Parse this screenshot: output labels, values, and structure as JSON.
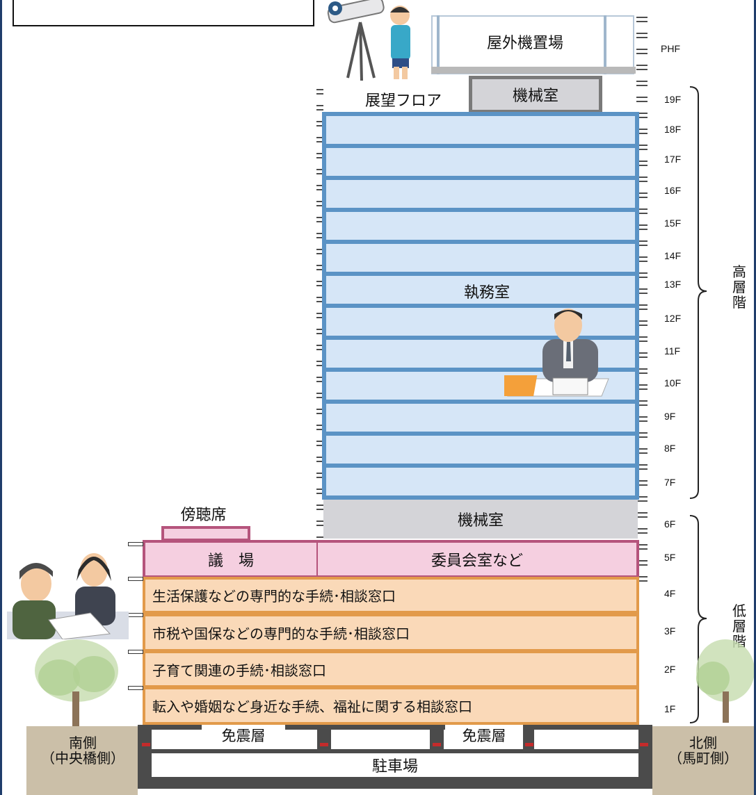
{
  "building": {
    "roof": {
      "outdoor_equipment": "屋外機置場",
      "observation_floor": "展望フロア",
      "machine_room_top": "機械室"
    },
    "office_area": "執務室",
    "machine_room_6f": "機械室",
    "gallery": "傍聴席",
    "assembly_hall": "議　場",
    "committee_rooms": "委員会室など",
    "low_floors": {
      "4f": "生活保護などの専門的な手続･相談窓口",
      "3f": "市税や国保などの専門的な手続･相談窓口",
      "2f": "子育て関連の手続･相談窓口",
      "1f": "転入や婚姻など身近な手続、福祉に関する相談窓口"
    },
    "seismic_isolation_left": "免震層",
    "seismic_isolation_right": "免震層",
    "parking": "駐車場"
  },
  "floor_labels": [
    "PHF",
    "19F",
    "18F",
    "17F",
    "16F",
    "15F",
    "14F",
    "13F",
    "12F",
    "11F",
    "10F",
    "9F",
    "8F",
    "7F",
    "6F",
    "5F",
    "4F",
    "3F",
    "2F",
    "1F"
  ],
  "sides": {
    "south": "南側",
    "south_sub": "（中央橋側）",
    "north": "北側",
    "north_sub": "（馬町側）"
  },
  "zones": {
    "high": "高\n層\n階",
    "low": "低\n層\n階"
  },
  "colors": {
    "office_fill": "#d6e6f7",
    "office_border": "#5b93c5",
    "council_fill": "#f5cfe0",
    "council_border": "#b5547c",
    "service_fill": "#fad9b8",
    "service_border": "#e29a4a",
    "machine_fill": "#d4d4d8"
  },
  "icons": [
    "telescope-child-illustration",
    "office-worker-illustration",
    "consultation-illustration",
    "tree-illustration"
  ]
}
